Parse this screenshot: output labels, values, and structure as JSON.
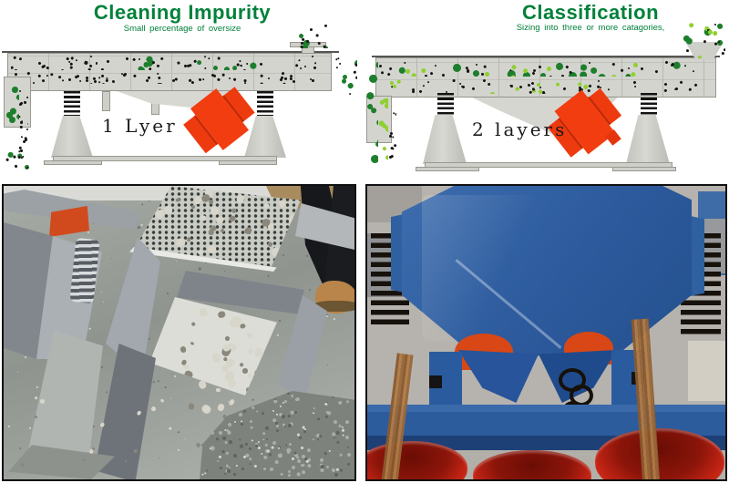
{
  "left_panel": {
    "title": "Cleaning Impurity",
    "subtitle": "Small percentage of oversize",
    "layer_label": "1 Lyer"
  },
  "right_panel": {
    "title": "Classification",
    "subtitle": "Sizing into three or more catagories,",
    "layer_label": "2 layers"
  },
  "colors": {
    "titleGreen": "#00813a",
    "machineGray": "#d4d4cf",
    "machineOutline": "#96968f",
    "motorRed": "#f23d10",
    "darkGreen": "#1d7e2c",
    "lightGreen": "#8fd030",
    "dotBlack": "#151515",
    "photoMachineBlue": "#2e5f9f",
    "bucketRed": "#d9341f",
    "materialBrown": "#a5713d",
    "springBlack": "#17110c",
    "stoneLight": "#d8d5ca",
    "stoneDark": "#8a877c",
    "speckleDark": "#6f746f",
    "speckleLight": "#d3d7d0",
    "gravelDark": "#5f645f",
    "gravelLight": "#a9aea7"
  }
}
